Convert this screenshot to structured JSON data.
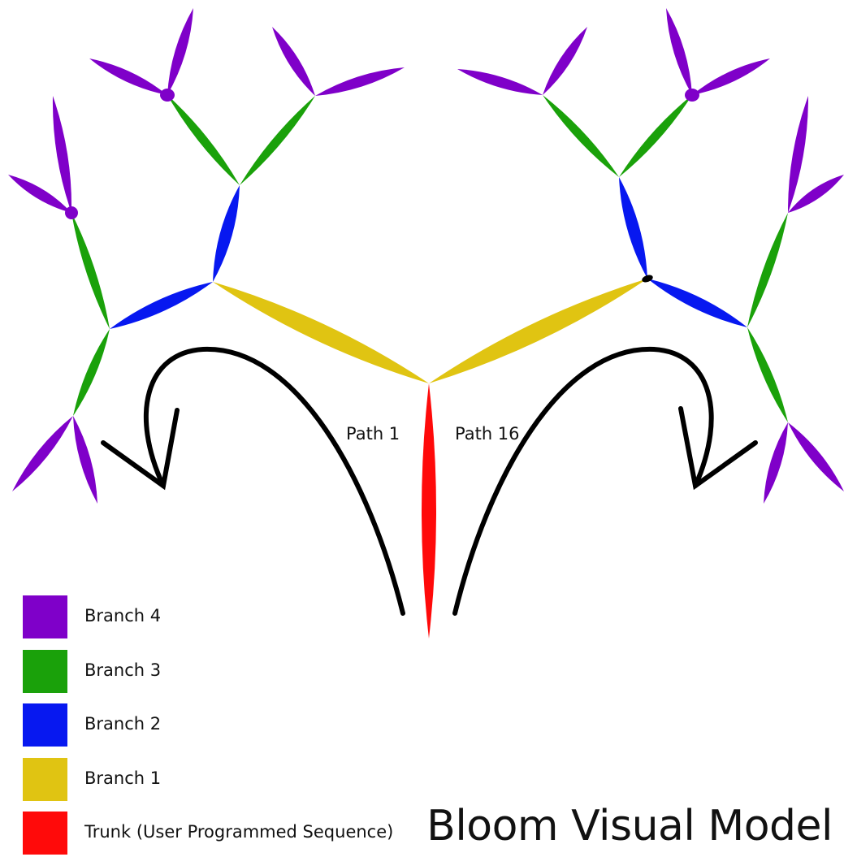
{
  "title": "Bloom Visual Model",
  "path_labels": {
    "left": "Path 1",
    "right": "Path 16"
  },
  "legend": [
    {
      "label": "Branch 4",
      "color": "#7f00c9"
    },
    {
      "label": "Branch 3",
      "color": "#1aa10a"
    },
    {
      "label": "Branch 2",
      "color": "#0718f0"
    },
    {
      "label": "Branch 1",
      "color": "#e0c412"
    },
    {
      "label": "Trunk (User Programmed Sequence)",
      "color": "#ff0a0a"
    }
  ],
  "colors": {
    "trunk": "#ff0a0a",
    "branch1": "#e0c412",
    "branch2": "#0718f0",
    "branch3": "#1aa10a",
    "branch4": "#7f00c9",
    "arrow": "#000000"
  }
}
